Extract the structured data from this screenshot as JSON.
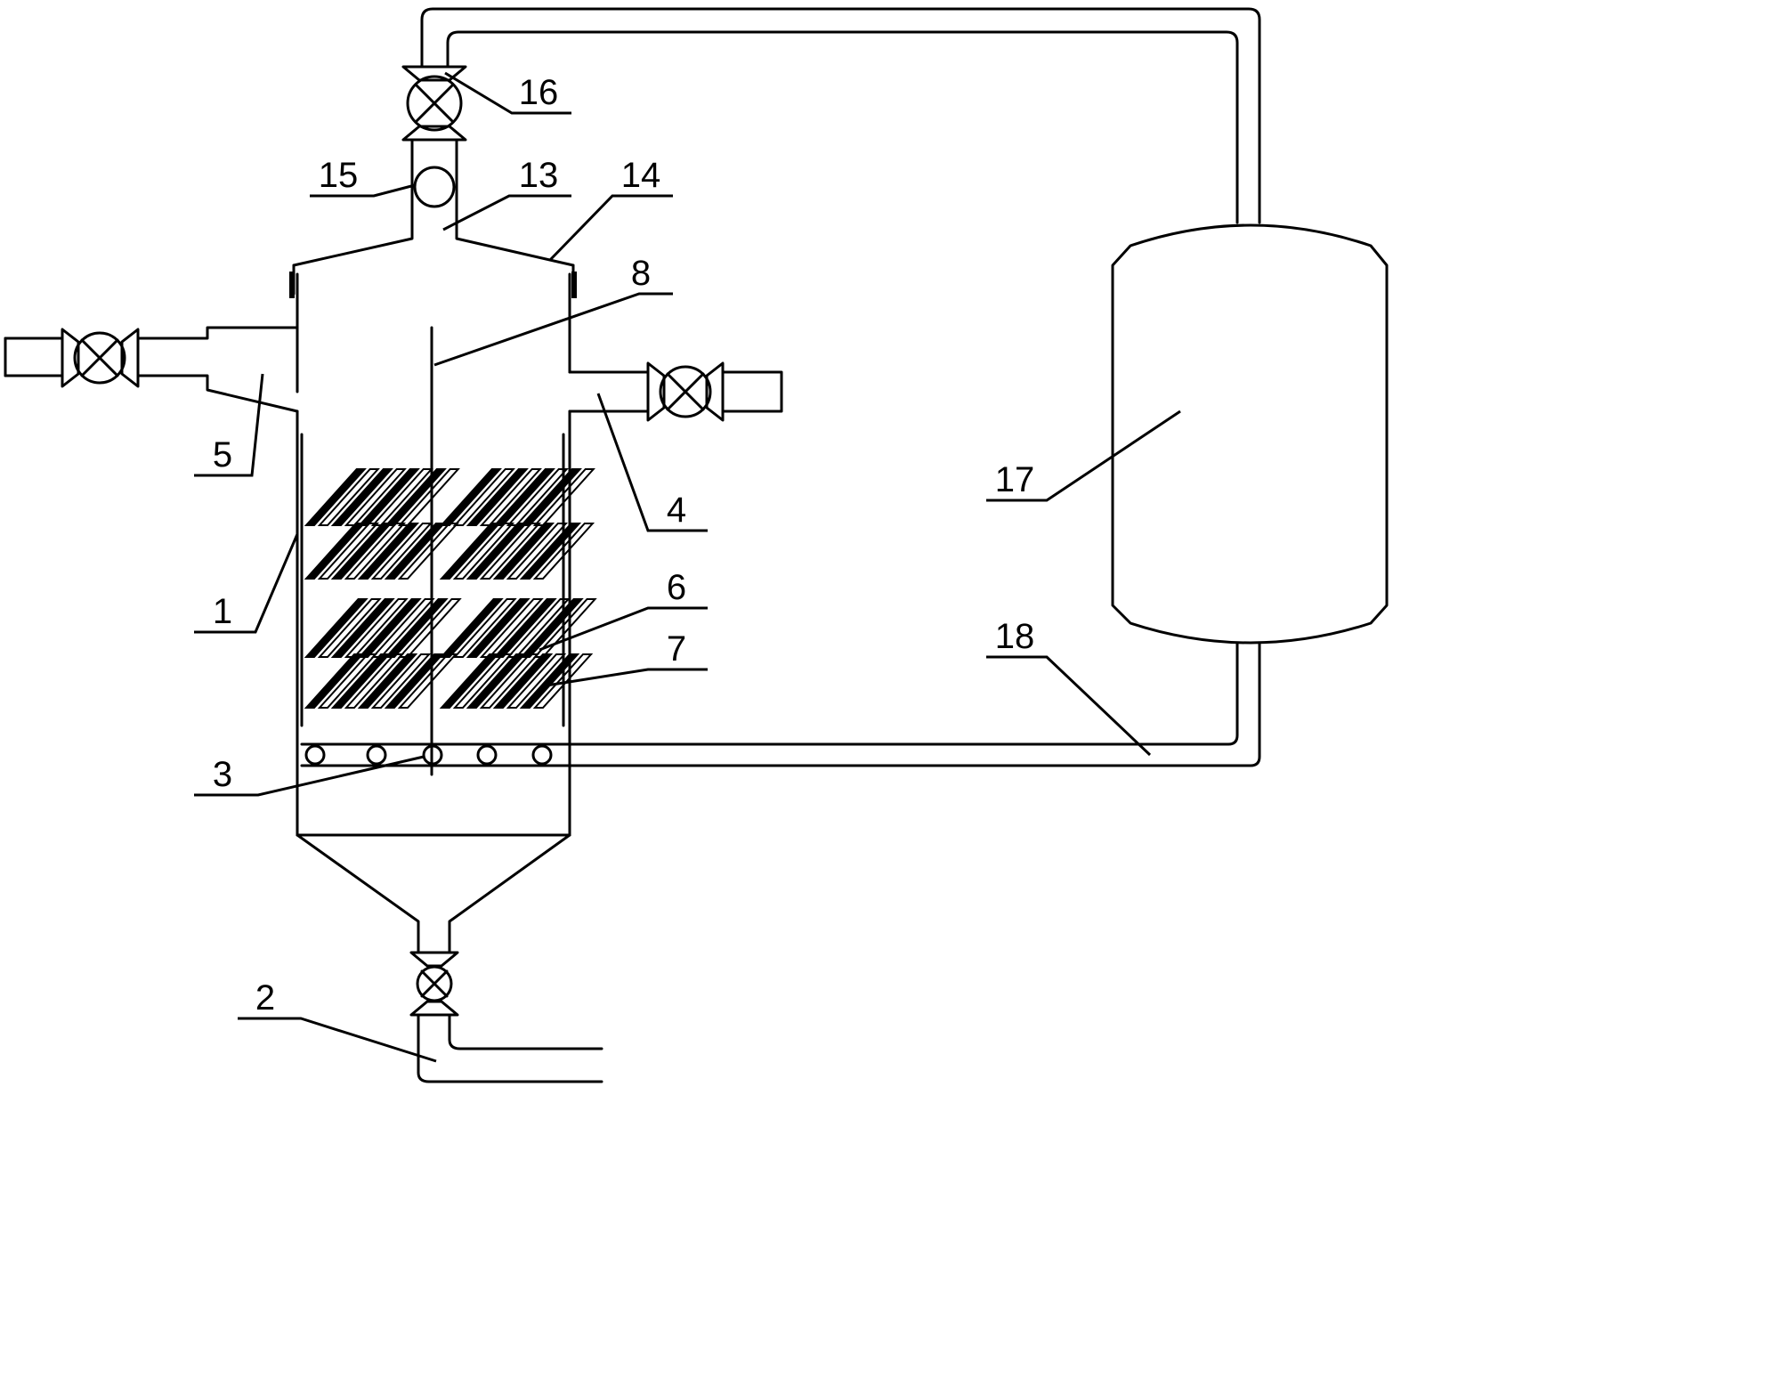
{
  "labels": {
    "n1": "1",
    "n2": "2",
    "n3": "3",
    "n4": "4",
    "n5": "5",
    "n6": "6",
    "n7": "7",
    "n8": "8",
    "n13": "13",
    "n14": "14",
    "n15": "15",
    "n16": "16",
    "n17": "17",
    "n18": "18"
  }
}
